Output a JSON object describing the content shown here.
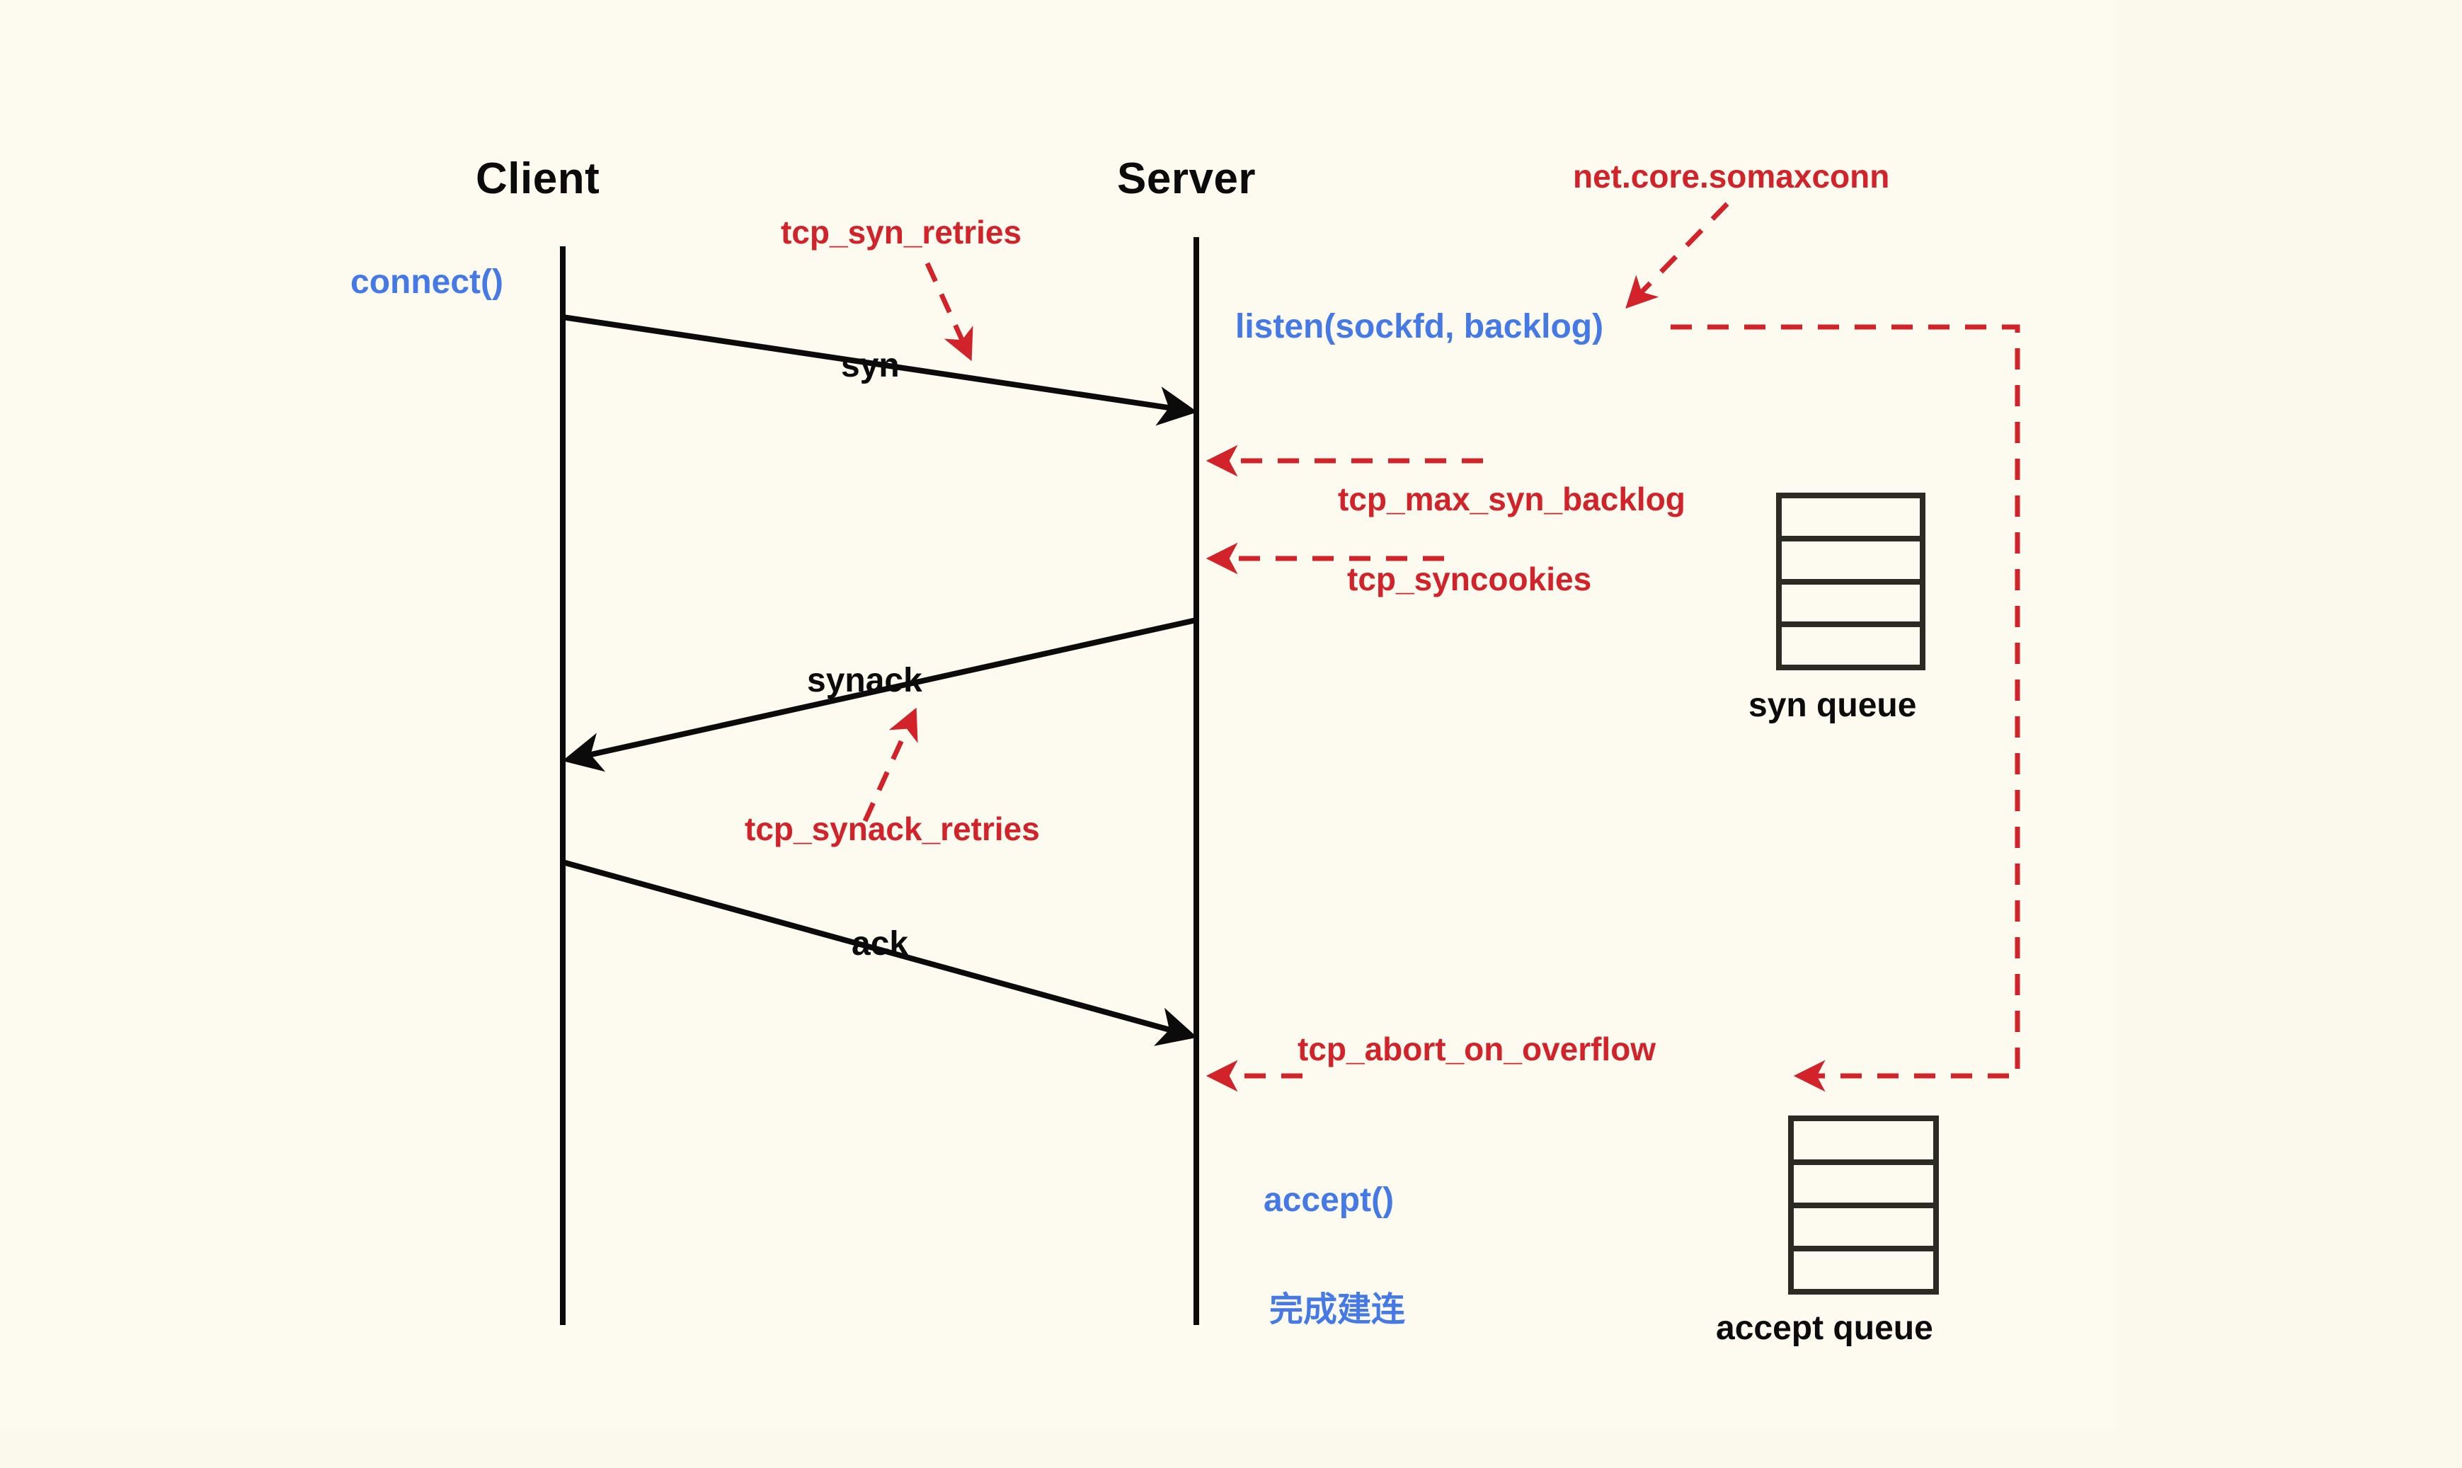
{
  "diagram": {
    "title": "TCP three-way handshake with kernel queue parameters",
    "background_color": "#fbf8ec",
    "colors": {
      "ink": "#0b0b0b",
      "api_blue": "#4579e6",
      "sysctl_red": "#d2232a"
    }
  },
  "actors": [
    {
      "id": "client",
      "label": "Client"
    },
    {
      "id": "server",
      "label": "Server"
    }
  ],
  "messages": [
    {
      "id": "syn",
      "label": "syn",
      "direction": "client-to-server"
    },
    {
      "id": "synack",
      "label": "synack",
      "direction": "server-to-client"
    },
    {
      "id": "ack",
      "label": "ack",
      "direction": "client-to-server"
    }
  ],
  "api_calls": [
    {
      "id": "connect",
      "label": "connect()",
      "side": "client"
    },
    {
      "id": "listen",
      "label": "listen(sockfd, backlog)",
      "side": "server"
    },
    {
      "id": "accept",
      "label": "accept()",
      "side": "server"
    },
    {
      "id": "done",
      "label": "完成建连",
      "side": "server"
    }
  ],
  "sysctls": [
    {
      "id": "somaxconn",
      "label": "net.core.somaxconn"
    },
    {
      "id": "tcp_syn_retries",
      "label": "tcp_syn_retries"
    },
    {
      "id": "tcp_max_syn_backlog",
      "label": "tcp_max_syn_backlog"
    },
    {
      "id": "tcp_syncookies",
      "label": "tcp_syncookies"
    },
    {
      "id": "tcp_synack_retries",
      "label": "tcp_synack_retries"
    },
    {
      "id": "tcp_abort_on_overflow",
      "label": "tcp_abort_on_overflow"
    }
  ],
  "queues": [
    {
      "id": "syn_queue",
      "label": "syn queue",
      "slots": 4
    },
    {
      "id": "accept_queue",
      "label": "accept queue",
      "slots": 4
    }
  ]
}
